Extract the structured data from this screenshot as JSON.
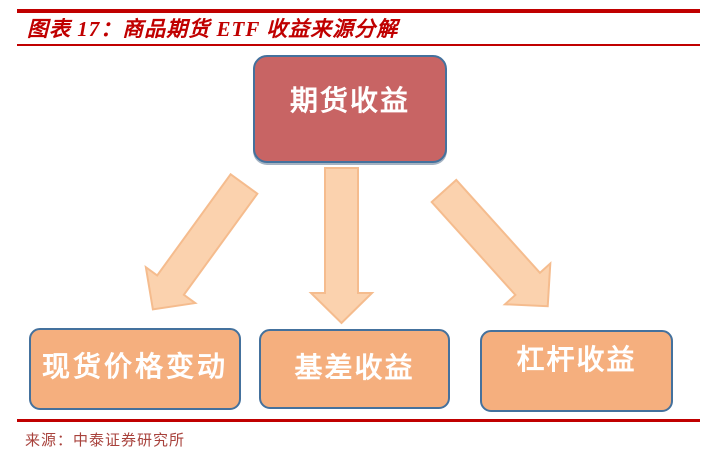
{
  "figure": {
    "title": "图表 17：商品期货 ETF 收益来源分解",
    "source": "来源：中泰证券研究所"
  },
  "diagram": {
    "type": "flowchart",
    "root": {
      "label": "期货收益"
    },
    "children": [
      {
        "label": "现货价格变动"
      },
      {
        "label": "基差收益"
      },
      {
        "label": "杠杆收益"
      }
    ],
    "connectors": [
      {
        "icon": "arrow-down-left-icon",
        "from": "期货收益",
        "to": "现货价格变动"
      },
      {
        "icon": "arrow-down-icon",
        "from": "期货收益",
        "to": "基差收益"
      },
      {
        "icon": "arrow-down-right-icon",
        "from": "期货收益",
        "to": "杠杆收益"
      }
    ]
  },
  "colors": {
    "rule_red": "#C00000",
    "title_text": "#C00000",
    "root_box_fill": "#C86464",
    "child_box_fill": "#F5AF7E",
    "box_border_blue": "#44719D",
    "box_text": "#FFFFFF",
    "arrow_fill": "#FBD2AE",
    "arrow_outline": "#F5BC8E",
    "source_text": "#A8423C"
  }
}
